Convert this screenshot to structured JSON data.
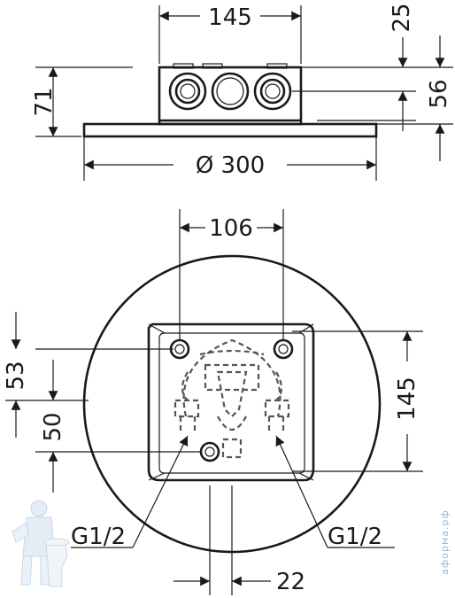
{
  "dimensions": {
    "top_width": "145",
    "top_offset": "25",
    "height_left": "71",
    "height_right": "56",
    "diameter": "Ø 300",
    "spacing_106": "106",
    "left_upper": "53",
    "left_lower": "50",
    "right_145": "145",
    "bottom_22": "22"
  },
  "labels": {
    "connection_left": "G1/2",
    "connection_right": "G1/2"
  },
  "watermark": "аформа.рф"
}
